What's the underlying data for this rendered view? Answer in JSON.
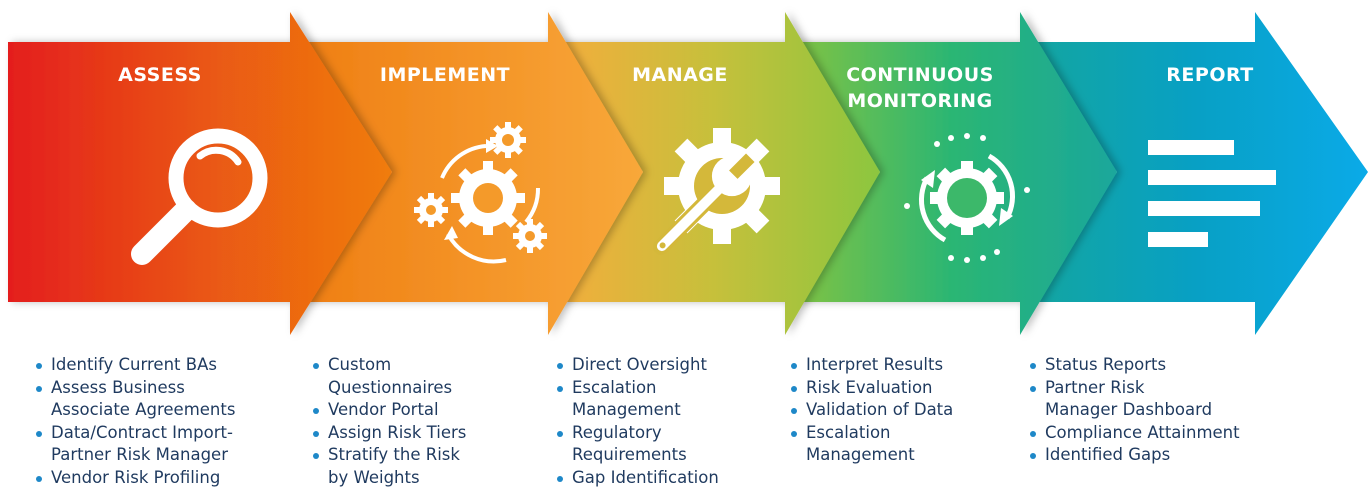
{
  "stages": [
    {
      "title": "ASSESS",
      "icon": "magnifier-icon",
      "bullets": [
        "Identify Current BAs",
        "Assess Business\nAssociate Agreements",
        "Data/Contract Import-\nPartner Risk Manager",
        "Vendor Risk Profiling"
      ]
    },
    {
      "title": "IMPLEMENT",
      "icon": "gears-cycle-icon",
      "bullets": [
        "Custom\nQuestionnaires",
        "Vendor Portal",
        "Assign Risk Tiers",
        "Stratify the Risk\nby Weights"
      ]
    },
    {
      "title": "MANAGE",
      "icon": "gear-wrench-icon",
      "bullets": [
        "Direct Oversight",
        "Escalation\nManagement",
        "Regulatory\nRequirements",
        "Gap Identification"
      ]
    },
    {
      "title": "CONTINUOUS\nMONITORING",
      "icon": "gear-refresh-icon",
      "bullets": [
        "Interpret Results",
        "Risk Evaluation",
        "Validation of Data",
        "Escalation\nManagement"
      ]
    },
    {
      "title": "REPORT",
      "icon": "report-lines-icon",
      "bullets": [
        "Status Reports",
        "Partner Risk\nManager Dashboard",
        "Compliance Attainment",
        "Identified Gaps"
      ]
    }
  ],
  "colors": {
    "red": "#e41e1e",
    "orange": "#f07c10",
    "amber": "#f8a83a",
    "lime": "#8cc63f",
    "green": "#2bb673",
    "teal": "#1aa79c",
    "blue": "#0aaae8",
    "bullet_text": "#1f3a5f",
    "bullet_dot": "#1e88c8"
  }
}
